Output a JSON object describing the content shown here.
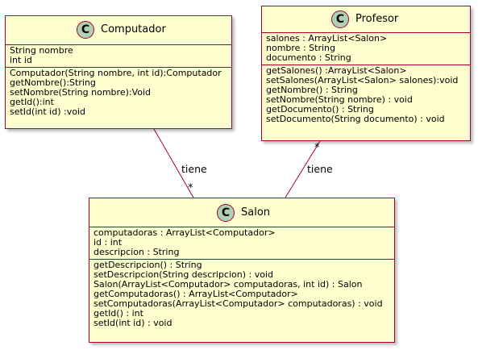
{
  "classes": {
    "computador": {
      "icon": "C",
      "name": "Computador",
      "attributes": [
        "String nombre",
        "int id"
      ],
      "methods": [
        "Computador(String nombre, int id):Computador",
        "getNombre():String",
        "setNombre(String nombre):Void",
        "getId():int",
        "setId(int id) :void"
      ]
    },
    "profesor": {
      "icon": "C",
      "name": "Profesor",
      "attributes": [
        "salones : ArrayList<Salon>",
        "nombre : String",
        "documento : String"
      ],
      "methods": [
        "getSalones() :ArrayList<Salon>",
        "setSalones(ArrayList<Salon> salones):void",
        "getNombre() : String",
        "setNombre(String nombre) : void",
        "getDocumento() : String",
        "setDocumento(String documento) : void"
      ]
    },
    "salon": {
      "icon": "C",
      "name": "Salon",
      "attributes": [
        "computadoras : ArrayList<Computador>",
        "id : int",
        "descripcion : String"
      ],
      "methods": [
        "getDescripcion()  : String",
        "setDescripcion(String descripcion) : void",
        "Salon(ArrayList<Computador> computadoras, int id) : Salon",
        "getComputadoras() : ArrayList<Computador>",
        "setComputadoras(ArrayList<Computador> computadoras) : void",
        "getId() : int",
        "setId(int id) : void"
      ]
    }
  },
  "associations": {
    "computador_salon": {
      "label": "tiene",
      "multiplicity": "*"
    },
    "profesor_salon": {
      "label": "tiene",
      "multiplicity": "*"
    }
  },
  "colors": {
    "class_fill": "#FEFECE",
    "border": "#A80036",
    "icon_fill": "#ADD1B2"
  }
}
